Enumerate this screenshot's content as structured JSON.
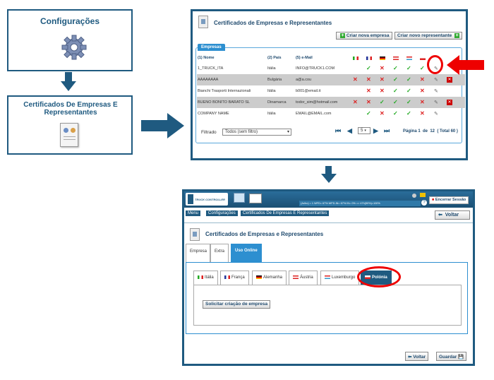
{
  "steps": {
    "config_title": "Configurações",
    "cert_title": "Certificados De Empresas E Representantes"
  },
  "panel1": {
    "title": "Certificados de Empresas e Representantes",
    "btn_new_company": "Criar nova empresa",
    "btn_new_rep": "Criar novo representante",
    "tab_label": "Empresas",
    "col_name": "(1) Nome",
    "col_country": "(2) País",
    "col_email": "(5) e-Mail",
    "rows": [
      {
        "name": "1_TRUCK_ITA",
        "country": "Itália",
        "email": "INFO@TRUCK1.COM",
        "marks": [
          "",
          "ck",
          "xx",
          "ck",
          "ck",
          "ck"
        ],
        "del": false
      },
      {
        "name": "AAAAAAAA",
        "country": "Bulgária",
        "email": "a@a.cou",
        "marks": [
          "xx",
          "xx",
          "xx",
          "ck",
          "ck",
          "xx"
        ],
        "del": true
      },
      {
        "name": "Bianchi Trasporti Internazionali",
        "country": "Itália",
        "email": "b001@email.it",
        "marks": [
          "",
          "xx",
          "xx",
          "ck",
          "ck",
          "xx"
        ],
        "del": false
      },
      {
        "name": "BUENO BONITO BARATO SL",
        "country": "Dinamarca",
        "email": "todor_sim@hotmail.com",
        "marks": [
          "xx",
          "xx",
          "ck",
          "ck",
          "ck",
          "xx"
        ],
        "del": true
      },
      {
        "name": "COMPANY NAME",
        "country": "Itália",
        "email": "EMAIL@EMAIL.com",
        "marks": [
          "",
          "ck",
          "xx",
          "ck",
          "ck",
          "xx"
        ],
        "del": false
      }
    ],
    "filter_label": "Filtrado",
    "filter_value": "Todos (sem filtro)",
    "page_select": "5",
    "page_info": "Página 1  de  12  ( Total 60 )"
  },
  "panel2": {
    "brand": "TRUCK CONTROLLER",
    "status": "(Julho)  = 1  WFD= 67%  WFD-IN= 67%  IN= 0%  => 47h(50%)=100%",
    "logout": "Encerrar Sessão",
    "crumbs": [
      "Menu",
      "Configurações",
      "Certificados De Empresas E Representantes"
    ],
    "back_top": "Voltar",
    "title": "Certificados de Empresas e Representantes",
    "tabs": [
      "Empresa",
      "Extra",
      "Uso Online"
    ],
    "countries": [
      "Itália",
      "França",
      "Alemanha",
      "Áustria",
      "Luxemburgo",
      "Polónia"
    ],
    "request_btn": "Solicitar criação de empresa",
    "back_btn": "Voltar",
    "save_btn": "Guardar"
  },
  "colors": {
    "accent": "#1f5a80",
    "highlight": "#e00000",
    "tab_active": "#2d8fd0"
  }
}
